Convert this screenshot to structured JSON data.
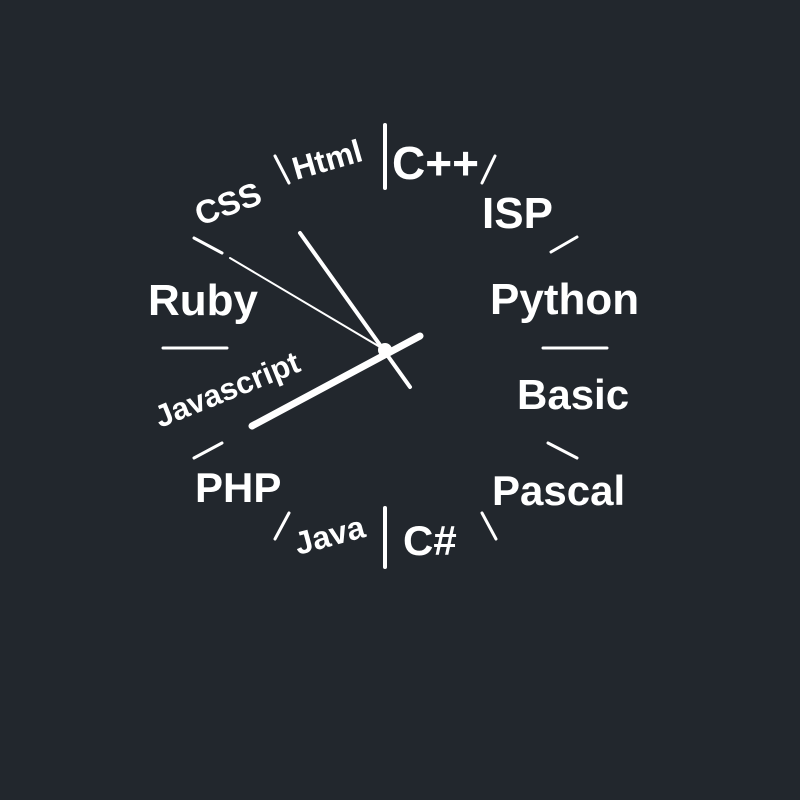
{
  "colors": {
    "background": "#22272d",
    "foreground": "#ffffff"
  },
  "clock": {
    "labels": {
      "cpp": "C++",
      "isp": "ISP",
      "python": "Python",
      "basic": "Basic",
      "pascal": "Pascal",
      "csharp": "C#",
      "java": "Java",
      "php": "PHP",
      "javascript": "Javascript",
      "ruby": "Ruby",
      "css": "CSS",
      "html": "Html"
    }
  }
}
